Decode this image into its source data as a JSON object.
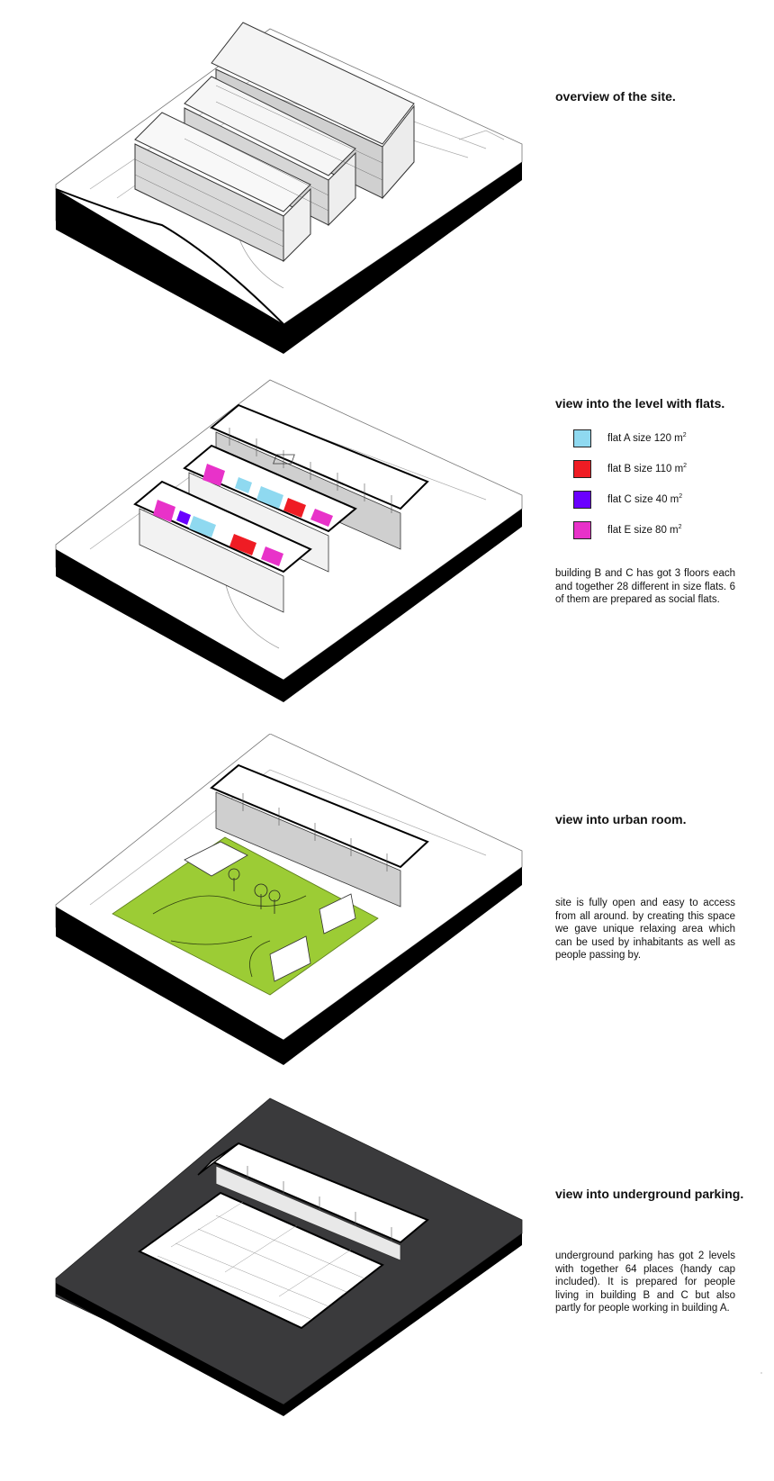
{
  "panels": [
    {
      "heading": "overview of the site.",
      "description": ""
    },
    {
      "heading": "view into the level with flats.",
      "legend": [
        {
          "label": "flat A size 120 m",
          "sup": "2",
          "color": "#8fd9f0"
        },
        {
          "label": "flat B size 110 m",
          "sup": "2",
          "color": "#ef1c24"
        },
        {
          "label": "flat C size 40 m",
          "sup": "2",
          "color": "#6a00ff"
        },
        {
          "label": "flat E size 80 m",
          "sup": "2",
          "color": "#e832c9"
        }
      ],
      "description": "building B and C has got 3 floors each and together 28 different in size flats. 6 of them are prepared as social flats."
    },
    {
      "heading": "view into urban room.",
      "description": "site is fully open and easy to access from all around. by creating this space we gave unique relaxing area which can be used by inhabitants as well as people passing by."
    },
    {
      "heading": "view into underground parking.",
      "description": "underground parking has got 2 levels with together 64 places (handy cap included). It is prepared for people living in building B and C but also partly for people working in building A."
    }
  ],
  "colors": {
    "grass": "#9ccc35",
    "dark_ground": "#3a3a3c",
    "section_black": "#000000"
  }
}
